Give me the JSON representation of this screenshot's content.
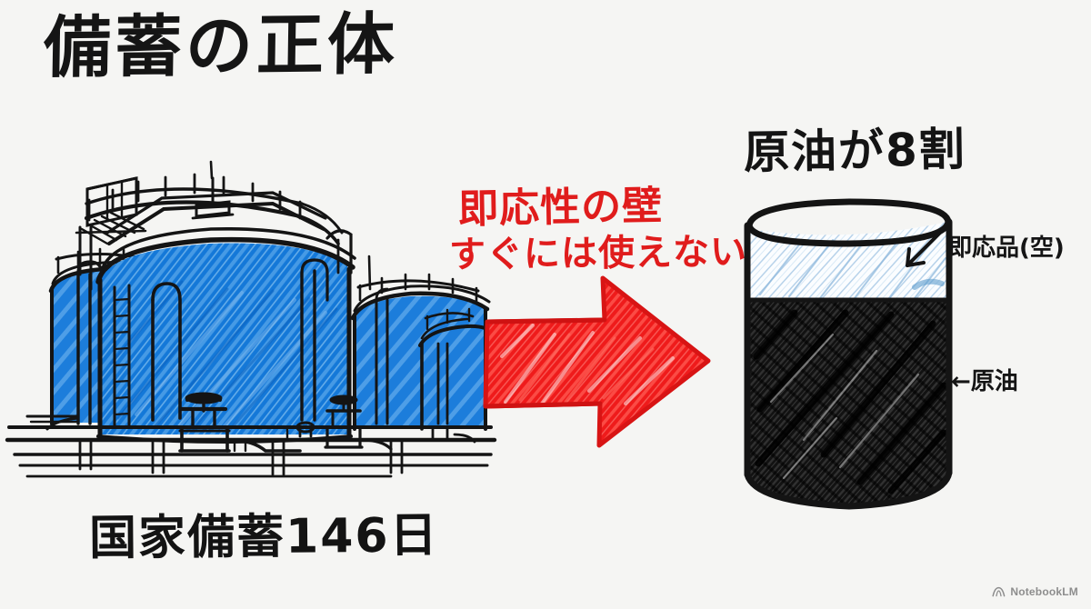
{
  "meta": {
    "background_color": "#f5f5f3",
    "ink_color": "#141414",
    "accent_red": "#e01c1c",
    "accent_blue": "#0f72d6",
    "light_blue": "#cfe2f4"
  },
  "title": "備蓄の正体",
  "left_panel": {
    "caption": "国家備蓄146日",
    "illustration_name": "oil-storage-tanks",
    "tank_fill_color": "#0f72d6"
  },
  "center_panel": {
    "red_heading": "即応性の壁",
    "red_subheading": "すぐには使えない",
    "arrow_name": "red-right-arrow",
    "arrow_color": "#e8191c",
    "arrow_direction": "right"
  },
  "right_panel": {
    "heading": "原油が8割",
    "cylinder_name": "stockpile-composition-cylinder",
    "segments": [
      {
        "label": "即応品(空)",
        "share_percent": 20,
        "fill": "light-blue-hatch"
      },
      {
        "label": "原油",
        "share_percent": 80,
        "fill": "black-hatch"
      }
    ],
    "callouts": [
      {
        "text": "即応品(空)",
        "pointer": "arrow-left-down"
      },
      {
        "text": "←原油",
        "pointer": "inline-left-arrow"
      }
    ]
  },
  "watermark": {
    "label": "NotebookLM",
    "icon": "notebooklm-arc-icon"
  }
}
